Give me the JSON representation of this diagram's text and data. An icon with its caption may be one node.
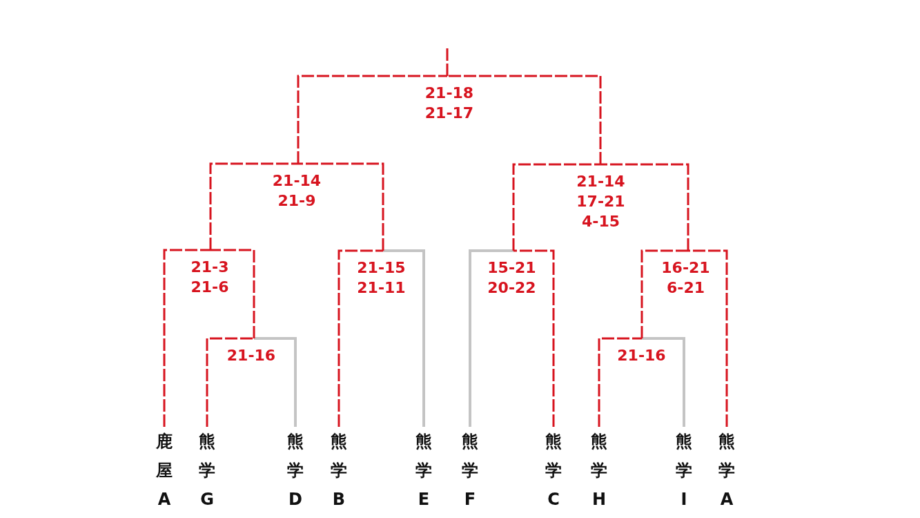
{
  "diagram": {
    "nodes": [
      {
        "text": [
          "鹿屋A"
        ]
      },
      {
        "text": [
          "熊学G"
        ]
      },
      {
        "text": [
          "熊学D"
        ]
      },
      {
        "text": [
          "熊学B"
        ]
      },
      {
        "text": [
          "熊学E"
        ]
      },
      {
        "text": [
          "熊学F"
        ]
      },
      {
        "text": [
          "熊学C"
        ]
      },
      {
        "text": [
          "熊学H"
        ]
      },
      {
        "text": [
          "熊学I"
        ]
      },
      {
        "text": [
          "熊学A"
        ]
      },
      {
        "text": [
          "21-16"
        ]
      },
      {
        "text": [
          "21-3",
          "21-6"
        ]
      },
      {
        "text": [
          "21-15",
          "21-11"
        ]
      },
      {
        "text": [
          "21-14",
          "21-9"
        ]
      },
      {
        "text": [
          "15-21",
          "20-22"
        ]
      },
      {
        "text": [
          "21-16"
        ]
      },
      {
        "text": [
          "16-21",
          "6-21"
        ]
      },
      {
        "text": [
          "21-14",
          "17-21",
          "4-15"
        ]
      },
      {
        "text": [
          "21-18",
          "21-17"
        ]
      }
    ],
    "edges": [
      {
        "from": 1,
        "to": 10,
        "arrow": "none",
        "style": "dashed",
        "color": "#d7141f"
      },
      {
        "from": 2,
        "to": 10,
        "arrow": "none",
        "color": "#c4c4c4"
      },
      {
        "from": 0,
        "to": 11,
        "arrow": "none",
        "style": "dashed",
        "color": "#d7141f"
      },
      {
        "from": 10,
        "to": 11,
        "arrow": "none",
        "style": "dashed",
        "color": "#d7141f"
      },
      {
        "from": 3,
        "to": 12,
        "arrow": "none",
        "style": "dashed",
        "color": "#d7141f"
      },
      {
        "from": 4,
        "to": 12,
        "arrow": "none",
        "color": "#c4c4c4"
      },
      {
        "from": 11,
        "to": 13,
        "arrow": "none",
        "style": "dashed",
        "color": "#d7141f"
      },
      {
        "from": 12,
        "to": 13,
        "arrow": "none",
        "style": "dashed",
        "color": "#d7141f"
      },
      {
        "from": 5,
        "to": 14,
        "arrow": "none",
        "color": "#c4c4c4"
      },
      {
        "from": 6,
        "to": 14,
        "arrow": "none",
        "style": "dashed",
        "color": "#d7141f"
      },
      {
        "from": 7,
        "to": 15,
        "arrow": "none",
        "style": "dashed",
        "color": "#d7141f"
      },
      {
        "from": 8,
        "to": 15,
        "arrow": "none",
        "color": "#c4c4c4"
      },
      {
        "from": 15,
        "to": 16,
        "arrow": "none",
        "style": "dashed",
        "color": "#d7141f"
      },
      {
        "from": 9,
        "to": 16,
        "arrow": "none",
        "style": "dashed",
        "color": "#d7141f"
      },
      {
        "from": 14,
        "to": 17,
        "arrow": "none",
        "style": "dashed",
        "color": "#d7141f"
      },
      {
        "from": 16,
        "to": 17,
        "arrow": "none",
        "style": "dashed",
        "color": "#d7141f"
      },
      {
        "from": 13,
        "to": 18,
        "arrow": "none",
        "style": "dashed",
        "color": "#d7141f"
      },
      {
        "from": 17,
        "to": 18,
        "arrow": "none",
        "style": "dashed",
        "color": "#d7141f"
      },
      {
        "from": 18,
        "to": null,
        "arrow": "none",
        "style": "dashed",
        "color": "#d7141f"
      }
    ]
  }
}
